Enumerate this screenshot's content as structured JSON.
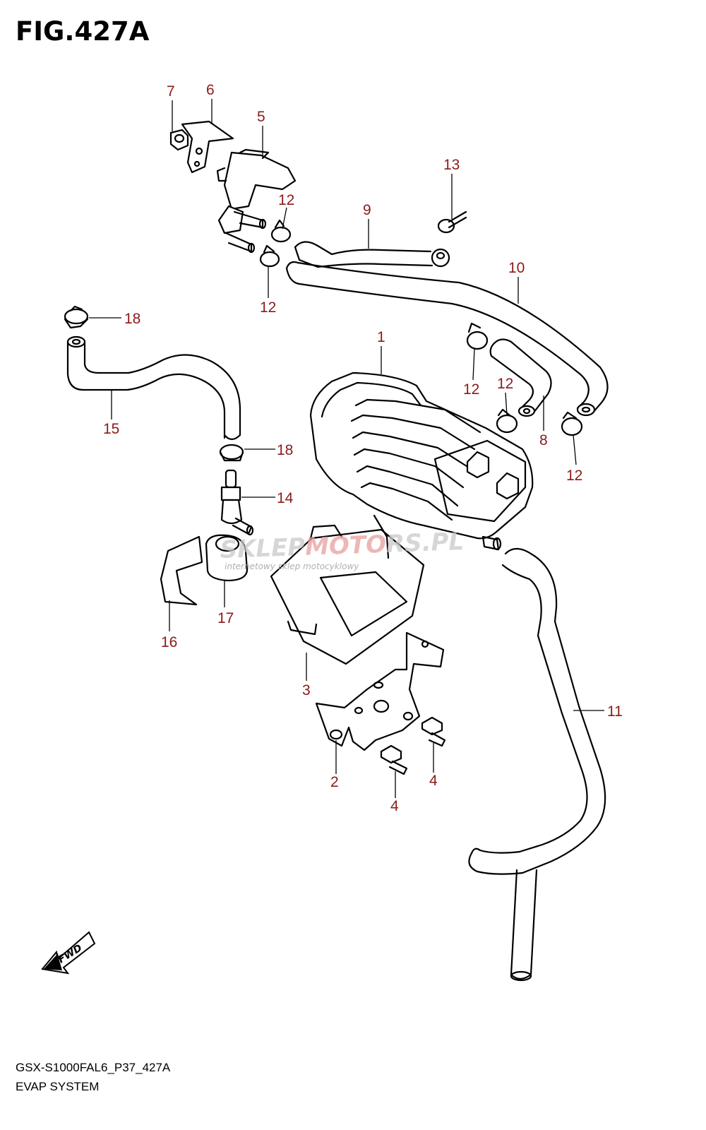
{
  "figure": {
    "title": "FIG.427A",
    "model_code": "GSX-S1000FAL6_P37_427A",
    "system_name": "EVAP SYSTEM"
  },
  "watermark": {
    "brand_part1": "SKLEP",
    "brand_part2": "MOTO",
    "brand_part3": "RS",
    "brand_part4": ".PL",
    "tagline": "internetowy sklep motocyklowy"
  },
  "fwd_label": "FWD",
  "callouts": {
    "c1": "1",
    "c2": "2",
    "c3": "3",
    "c4a": "4",
    "c4b": "4",
    "c5": "5",
    "c6": "6",
    "c7": "7",
    "c8": "8",
    "c9": "9",
    "c10": "10",
    "c11": "11",
    "c12a": "12",
    "c12b": "12",
    "c12c": "12",
    "c12d": "12",
    "c12e": "12",
    "c13": "13",
    "c14": "14",
    "c15": "15",
    "c16": "16",
    "c17": "17",
    "c18a": "18",
    "c18b": "18"
  },
  "colors": {
    "callout": "#8b1a1a",
    "line": "#000000",
    "watermark_accent": "#e07070"
  }
}
